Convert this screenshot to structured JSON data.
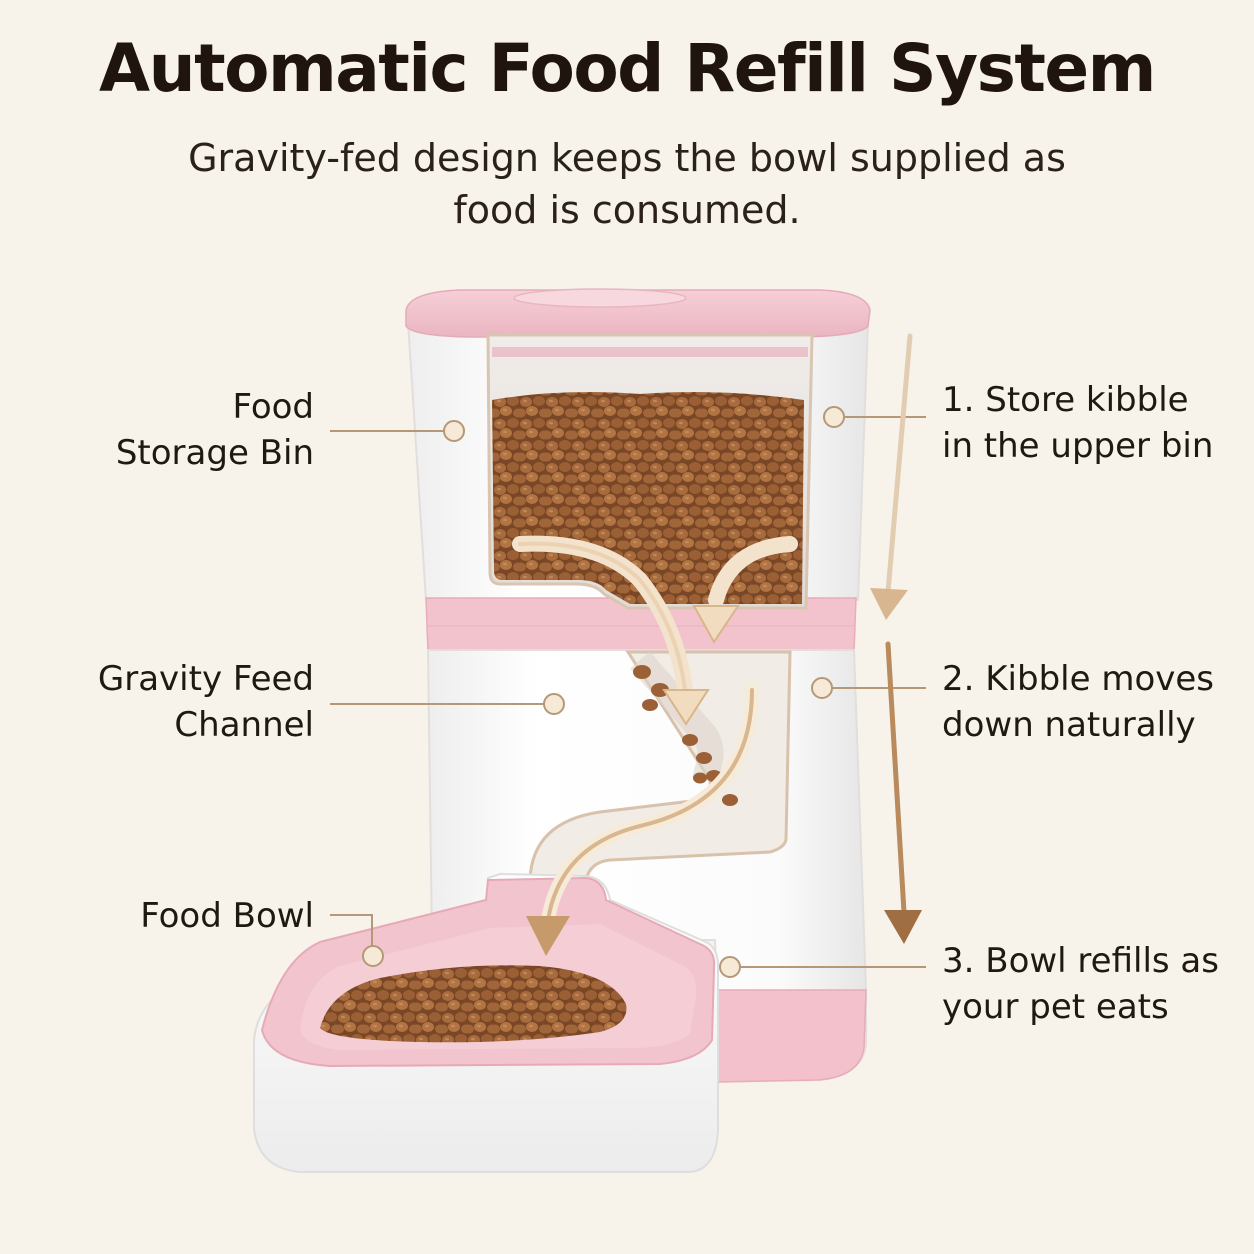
{
  "header": {
    "title": "Automatic Food Refill System",
    "subtitle": "Gravity-fed design keeps the bowl supplied as food is consumed."
  },
  "callouts_left": [
    {
      "id": "storage",
      "label": "Food\nStorage Bin"
    },
    {
      "id": "channel",
      "label": "Gravity Feed\nChannel"
    },
    {
      "id": "bowl",
      "label": "Food Bowl"
    }
  ],
  "steps_right": [
    {
      "id": "step1",
      "label": "1. Store kibble\nin the upper bin"
    },
    {
      "id": "step2",
      "label": "2. Kibble moves\ndown naturally"
    },
    {
      "id": "step3",
      "label": "3. Bowl refills as\nyour pet eats"
    }
  ],
  "colors": {
    "background": "#f7f2ea",
    "accent_pink": "#f2c6cf",
    "leader_line": "#b89a78",
    "arrow_brown": "#b98a5e",
    "kibble": "#8f5a32"
  },
  "icons": {
    "flow_arrow": "arrow-down-icon",
    "callout_dot": "circle-dot-icon"
  }
}
